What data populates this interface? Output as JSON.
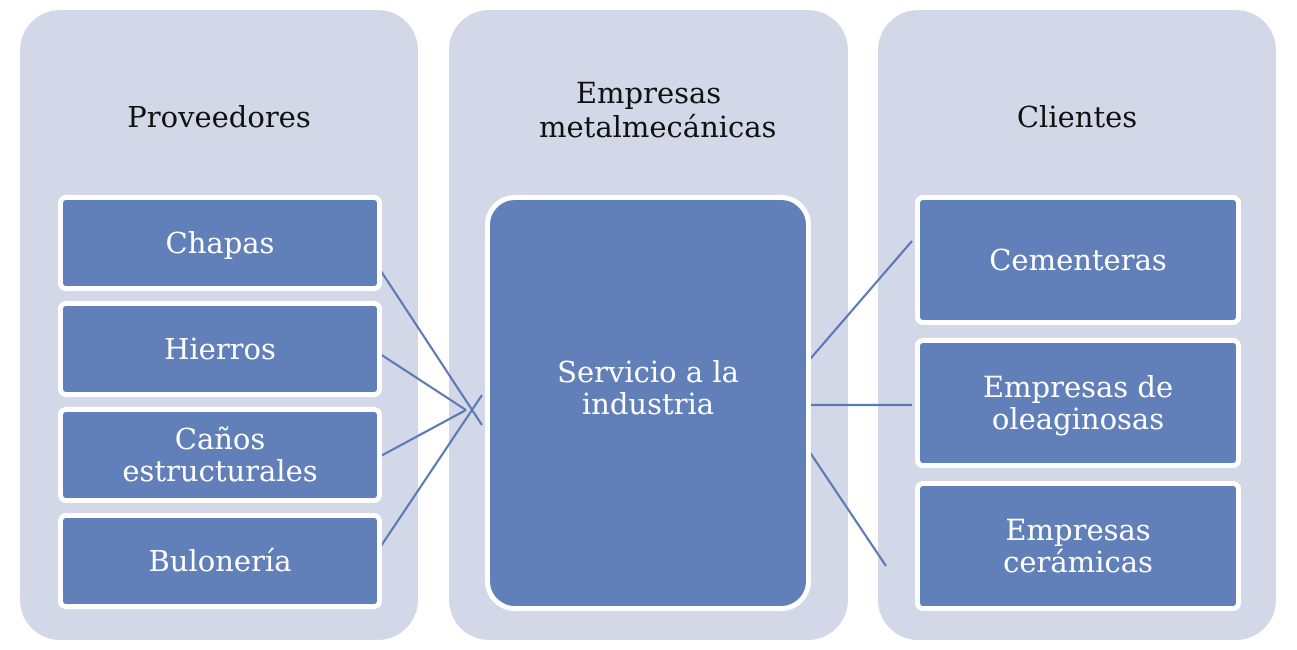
{
  "columns": {
    "suppliers": {
      "title": "Proveedores",
      "items": [
        "Chapas",
        "Hierros",
        "Caños estructurales",
        "Bulonería"
      ]
    },
    "companies": {
      "title": "Empresas metalmecánicas",
      "center": "Servicio a la industria"
    },
    "clients": {
      "title": "Clientes",
      "items": [
        "Cementeras",
        "Empresas de oleaginosas",
        "Empresas cerámicas"
      ]
    }
  },
  "colors": {
    "panel": "#d2d8e7",
    "box": "#617fb9",
    "connector": "#5b79b6"
  }
}
